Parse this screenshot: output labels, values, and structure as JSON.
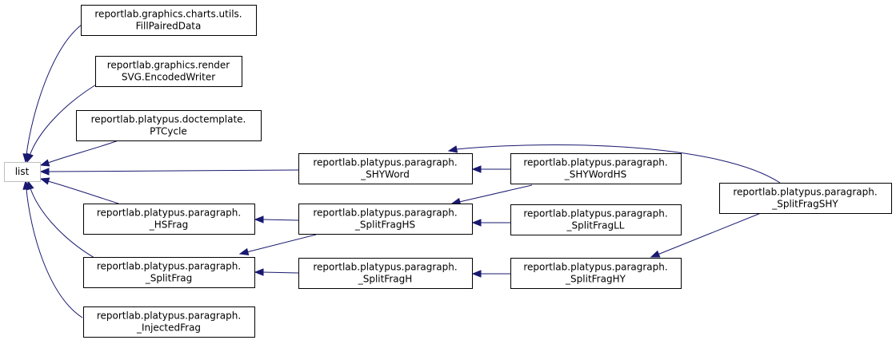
{
  "nodes": {
    "list": [
      "list"
    ],
    "fill_paired_data": [
      "reportlab.graphics.charts.utils.",
      "FillPairedData"
    ],
    "encoded_writer": [
      "reportlab.graphics.render",
      "SVG.EncodedWriter"
    ],
    "pt_cycle": [
      "reportlab.platypus.doctemplate.",
      "PTCycle"
    ],
    "shy_word": [
      "reportlab.platypus.paragraph.",
      "_SHYWord"
    ],
    "shy_word_hs": [
      "reportlab.platypus.paragraph.",
      "_SHYWordHS"
    ],
    "hs_frag": [
      "reportlab.platypus.paragraph.",
      "_HSFrag"
    ],
    "split_frag_hs": [
      "reportlab.platypus.paragraph.",
      "_SplitFragHS"
    ],
    "split_frag_ll": [
      "reportlab.platypus.paragraph.",
      "_SplitFragLL"
    ],
    "split_frag_shy": [
      "reportlab.platypus.paragraph.",
      "_SplitFragSHY"
    ],
    "split_frag": [
      "reportlab.platypus.paragraph.",
      "_SplitFrag"
    ],
    "split_frag_h": [
      "reportlab.platypus.paragraph.",
      "_SplitFragH"
    ],
    "split_frag_hy": [
      "reportlab.platypus.paragraph.",
      "_SplitFragHY"
    ],
    "injected_frag": [
      "reportlab.platypus.paragraph.",
      "_InjectedFrag"
    ]
  },
  "edges": [
    {
      "from": "fill_paired_data",
      "to": "list"
    },
    {
      "from": "encoded_writer",
      "to": "list"
    },
    {
      "from": "pt_cycle",
      "to": "list"
    },
    {
      "from": "shy_word",
      "to": "list"
    },
    {
      "from": "hs_frag",
      "to": "list"
    },
    {
      "from": "split_frag",
      "to": "list"
    },
    {
      "from": "injected_frag",
      "to": "list"
    },
    {
      "from": "shy_word_hs",
      "to": "shy_word"
    },
    {
      "from": "split_frag_shy",
      "to": "shy_word"
    },
    {
      "from": "split_frag_hs",
      "to": "hs_frag"
    },
    {
      "from": "shy_word_hs",
      "to": "split_frag_hs"
    },
    {
      "from": "split_frag_ll",
      "to": "split_frag_hs"
    },
    {
      "from": "split_frag_hs",
      "to": "split_frag"
    },
    {
      "from": "split_frag_h",
      "to": "split_frag"
    },
    {
      "from": "split_frag_hy",
      "to": "split_frag_h"
    },
    {
      "from": "split_frag_shy",
      "to": "split_frag_hy"
    }
  ]
}
